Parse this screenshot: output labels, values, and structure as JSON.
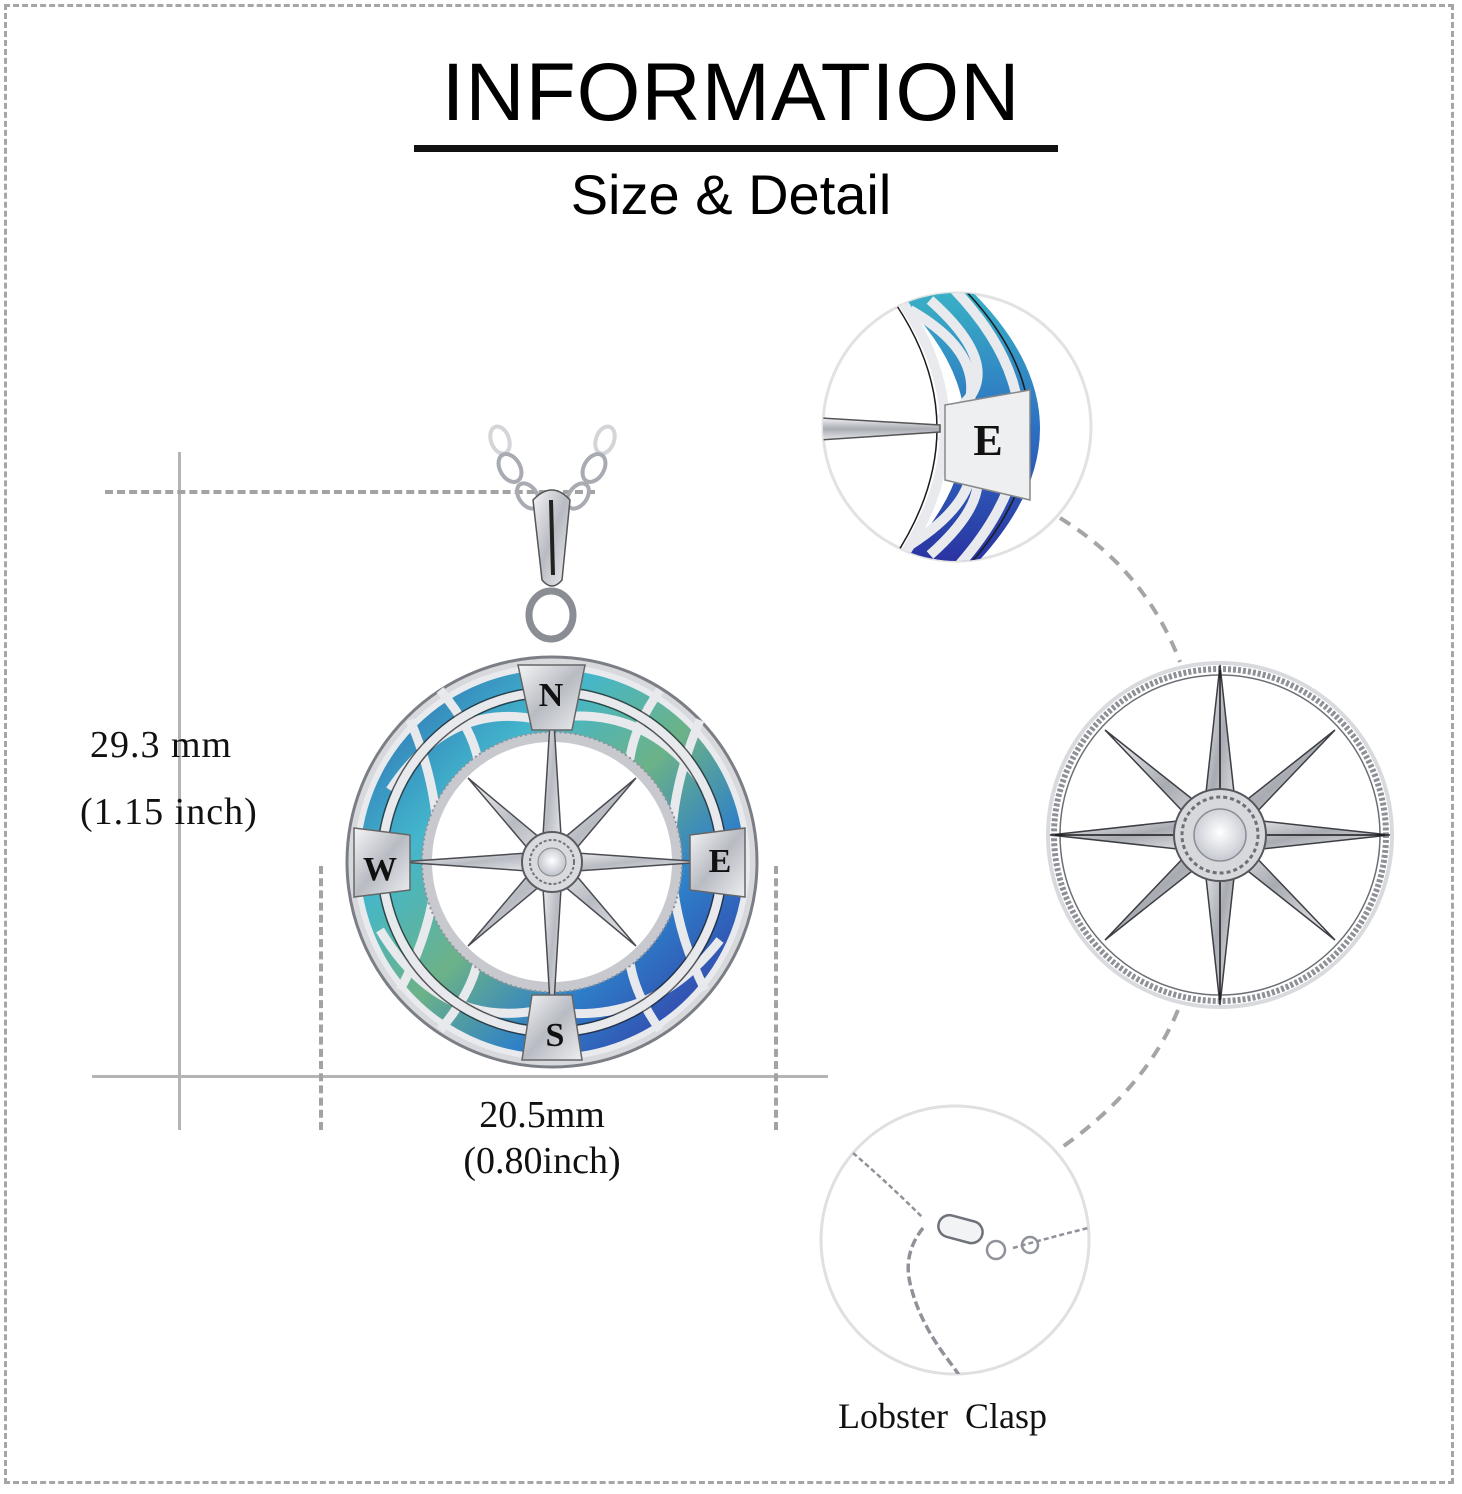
{
  "header": {
    "title": "INFORMATION",
    "subtitle": "Size & Detail"
  },
  "dimensions": {
    "height_mm": "29.3 mm",
    "height_in": "(1.15 inch)",
    "width_mm": "20.5mm",
    "width_in": "(0.80inch)"
  },
  "product": {
    "type": "compass pendant necklace",
    "compass_letters": [
      "N",
      "E",
      "S",
      "W"
    ],
    "center_stone": "round white crystal",
    "ring_colors": [
      "#2a6fb8",
      "#3fb2c9",
      "#5aa87a",
      "#3a2f9a"
    ],
    "metal_color": "#c9cbd0"
  },
  "details": [
    {
      "name": "east-marker-closeup",
      "letter": "E"
    },
    {
      "name": "compass-star-closeup"
    },
    {
      "name": "lobster-clasp-closeup",
      "label": "Lobster  Clasp"
    }
  ],
  "colors": {
    "border": "#a6a6a6",
    "dimension_lines": "#b4b4b4",
    "text": "#000000"
  }
}
